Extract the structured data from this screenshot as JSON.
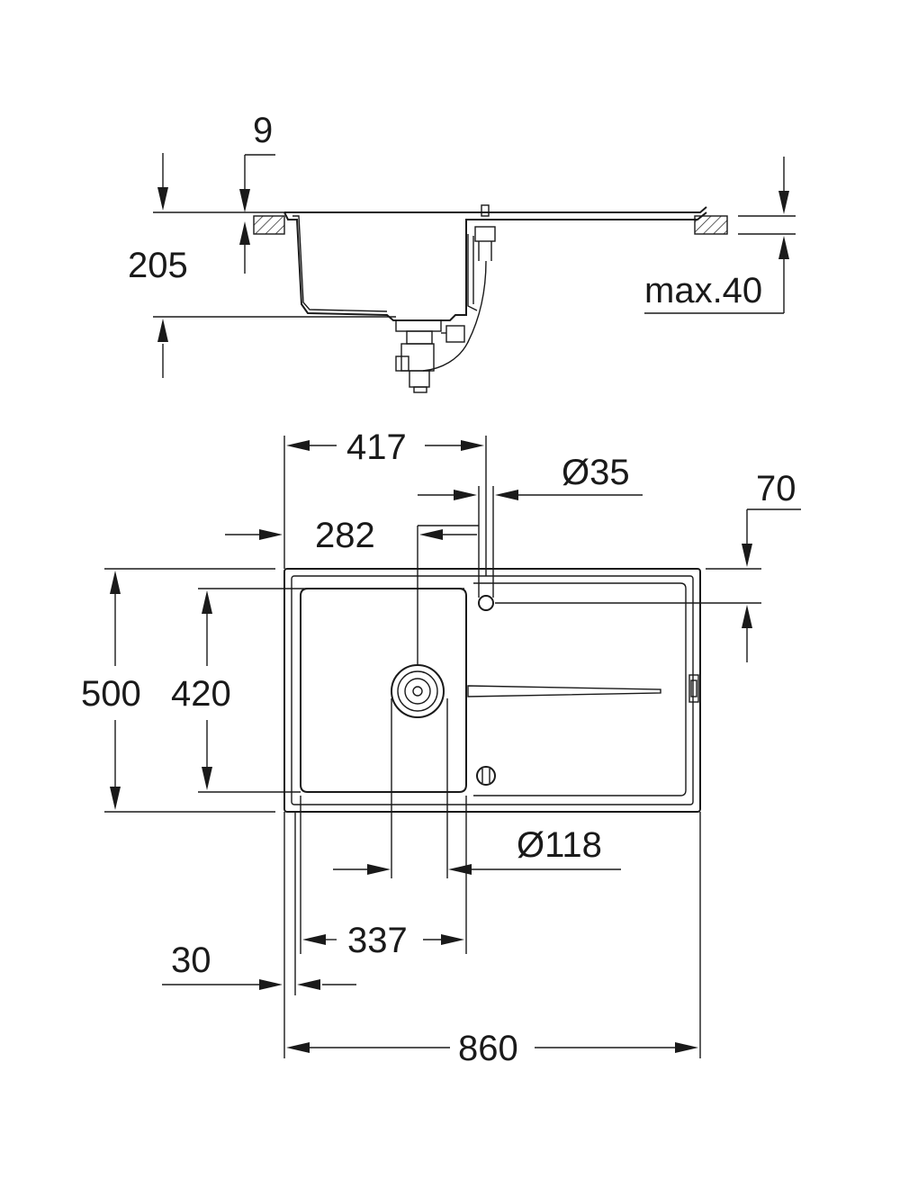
{
  "side_view": {
    "dimensions": {
      "rim_thickness": "9",
      "depth": "205",
      "worktop_max": "max.40"
    }
  },
  "top_view": {
    "dimensions": {
      "to_tap_hole": "417",
      "tap_hole_diameter": "Ø35",
      "tap_hole_offset": "70",
      "to_drain": "282",
      "overall_depth": "500",
      "bowl_depth": "420",
      "drain_diameter": "Ø118",
      "bowl_width": "337",
      "edge_offset": "30",
      "overall_width": "860"
    }
  }
}
